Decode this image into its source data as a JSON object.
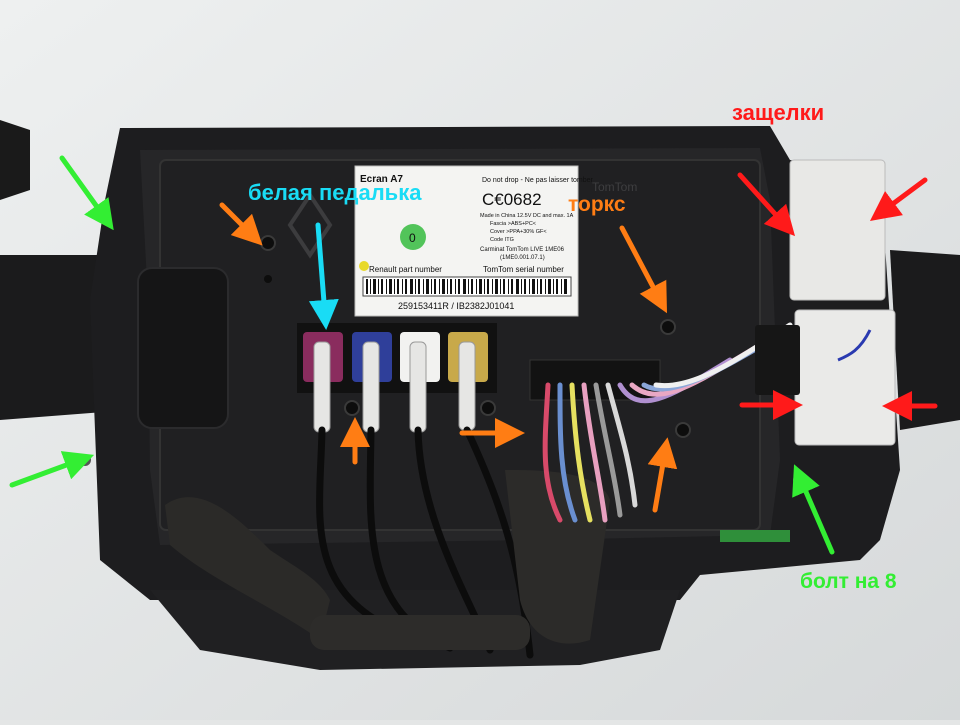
{
  "annotations": {
    "latches": "защелки",
    "white_pedal": "белая педалька",
    "torx": "торкс",
    "bolt": "болт на 8"
  },
  "label": {
    "model": "Ecran A7",
    "warning": "Do not drop - Ne pas laisser tomber",
    "ce_mark": "C€0682",
    "tomtom_logo": "TomTom",
    "spec_lines": [
      "Made in China  12.5V DC and max. 1A",
      "Fascia >ABS+PC<",
      "Cover >PPA+30% GF<",
      "Code ITG",
      "Carminat TomTom LIVE   1ME06",
      "(1ME0.001.07.1)"
    ],
    "renault_part_label": "Renault part number",
    "tomtom_serial_label": "TomTom serial number",
    "barcode_text": "259153411R / IB2382J01041",
    "sticker_digit": "0"
  },
  "colors": {
    "red_arrow": "#ff1a1a",
    "green_arrow": "#33ee33",
    "orange_arrow": "#ff7d14",
    "cyan_arrow": "#19dcf5",
    "housing": "#1d1d1f",
    "plug_magenta": "#8a2c5e",
    "plug_blue": "#2f3f9a",
    "plug_white": "#f2f2f0",
    "plug_yellow": "#c8a94a"
  },
  "icons": [
    "renault-logo-icon",
    "ce-mark-icon",
    "tomtom-logo-icon",
    "arrow-icon"
  ]
}
